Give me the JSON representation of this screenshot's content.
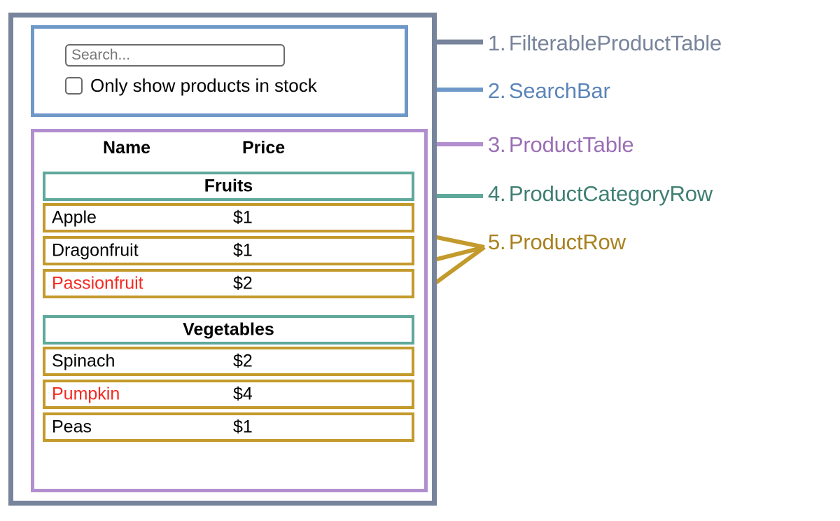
{
  "diagram": {
    "title": "React component hierarchy diagram",
    "colors": {
      "filterable_product_table": "#78849b",
      "search_bar": "#6e98c8",
      "product_table": "#b18fcf",
      "product_category_row": "#5fa99b",
      "product_row": "#c39a2c",
      "out_of_stock_text": "#f4291f",
      "text": "#000000",
      "placeholder": "#8c8c8c"
    }
  },
  "search_bar": {
    "input_value": "",
    "placeholder": "Search...",
    "checkbox_label": "Only show products in stock",
    "checkbox_checked": false
  },
  "product_table": {
    "columns": [
      "Name",
      "Price"
    ],
    "sections": [
      {
        "category": "Fruits",
        "rows": [
          {
            "name": "Apple",
            "price": "$1",
            "in_stock": true
          },
          {
            "name": "Dragonfruit",
            "price": "$1",
            "in_stock": true
          },
          {
            "name": "Passionfruit",
            "price": "$2",
            "in_stock": false
          }
        ]
      },
      {
        "category": "Vegetables",
        "rows": [
          {
            "name": "Spinach",
            "price": "$2",
            "in_stock": true
          },
          {
            "name": "Pumpkin",
            "price": "$4",
            "in_stock": false
          },
          {
            "name": "Peas",
            "price": "$1",
            "in_stock": true
          }
        ]
      }
    ]
  },
  "legend": [
    {
      "number": "1.",
      "label": "FilterableProductTable",
      "color": "#78849b"
    },
    {
      "number": "2.",
      "label": "SearchBar",
      "color": "#6e98c8"
    },
    {
      "number": "3.",
      "label": "ProductTable",
      "color": "#b18fcf"
    },
    {
      "number": "4.",
      "label": "ProductCategoryRow",
      "color": "#5fa99b"
    },
    {
      "number": "5.",
      "label": "ProductRow",
      "color": "#c39a2c"
    }
  ]
}
